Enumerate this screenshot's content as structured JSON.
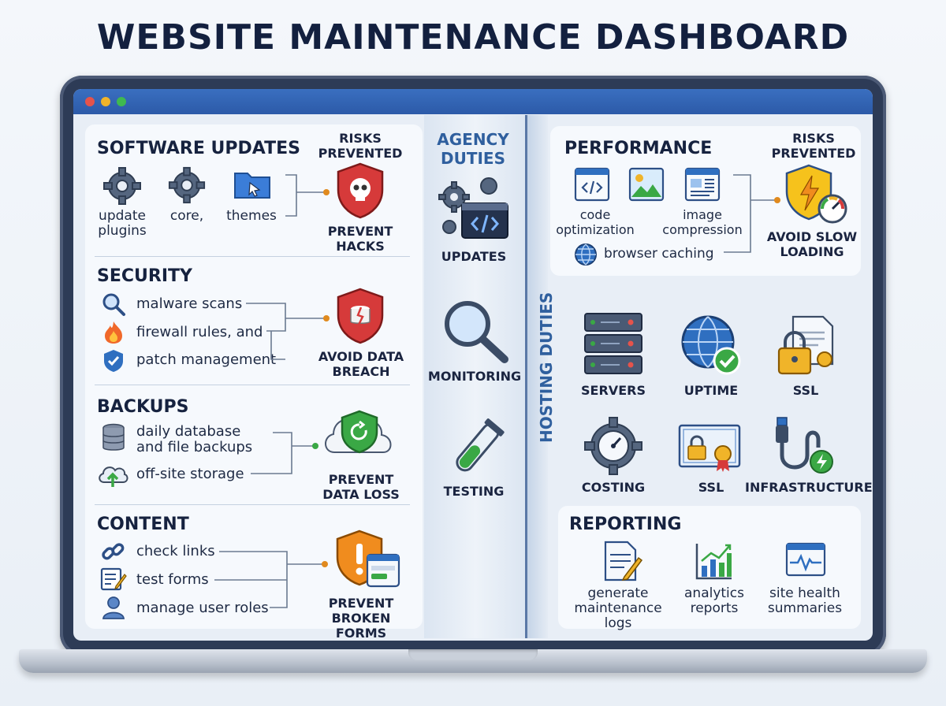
{
  "title": "WEBSITE MAINTENANCE DASHBOARD",
  "window": {
    "dots": [
      "#e5534b",
      "#f0b429",
      "#3fb950"
    ]
  },
  "agency": {
    "software_updates": {
      "title": "SOFTWARE UPDATES",
      "items": [
        "update plugins",
        "core,",
        "themes"
      ],
      "risk_header": "RISKS PREVENTED",
      "risk": "PREVENT HACKS"
    },
    "security": {
      "title": "SECURITY",
      "items": [
        "malware scans",
        "firewall rules, and",
        "patch management"
      ],
      "risk": "AVOID DATA BREACH"
    },
    "backups": {
      "title": "BACKUPS",
      "items": [
        "daily database and file backups",
        "off-site storage"
      ],
      "risk": "PREVENT DATA LOSS"
    },
    "content": {
      "title": "CONTENT",
      "items": [
        "check links",
        "test forms",
        "manage user roles"
      ],
      "risk": "PREVENT BROKEN FORMS"
    }
  },
  "agency_duties": {
    "title": "AGENCY DUTIES",
    "items": [
      "UPDATES",
      "MONITORING",
      "TESTING"
    ]
  },
  "hosting_duties": {
    "title": "HOSTING DUTIES"
  },
  "performance": {
    "title": "PERFORMANCE",
    "items": [
      "code optimization",
      "image compression",
      "browser caching"
    ],
    "risk_header": "RISKS PREVENTED",
    "risk": "AVOID SLOW LOADING"
  },
  "hosting_grid": [
    "SERVERS",
    "UPTIME",
    "SSL",
    "COSTING",
    "SSL",
    "INFRASTRUCTURE"
  ],
  "reporting": {
    "title": "REPORTING",
    "items": [
      "generate maintenance logs",
      "analytics reports",
      "site health summaries"
    ]
  },
  "colors": {
    "accent": "#2f6fc0",
    "danger": "#d63a3a",
    "success": "#3aa845",
    "warning": "#f08c1e"
  }
}
